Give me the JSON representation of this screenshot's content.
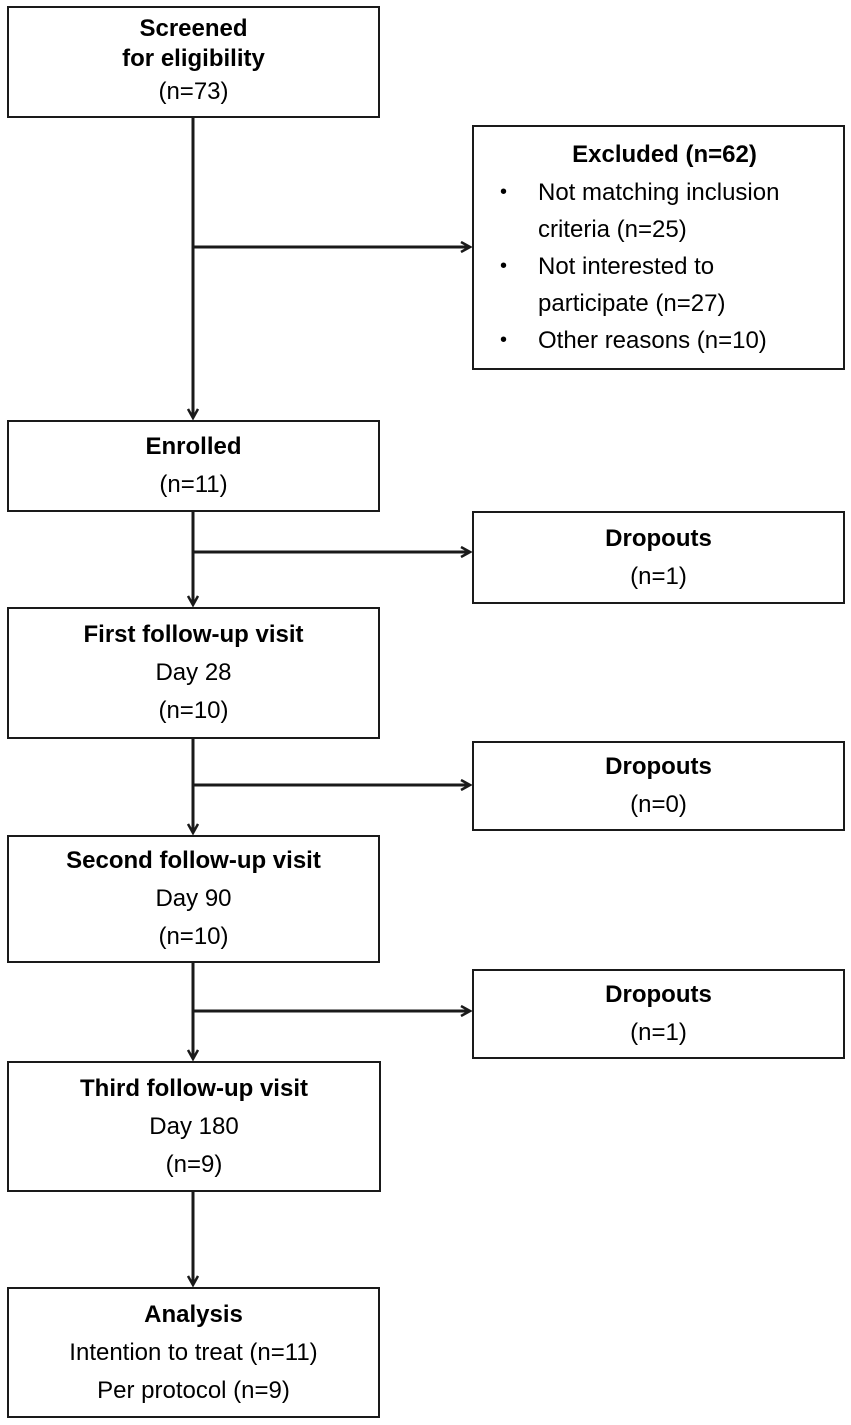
{
  "screened": {
    "line1": "Screened",
    "line2": "for eligibility",
    "n": "(n=73)"
  },
  "excluded": {
    "title": "Excluded (n=62)",
    "reasons": [
      {
        "line1": "Not matching inclusion",
        "line2": "criteria (n=25)"
      },
      {
        "line1": "Not interested to",
        "line2": "participate (n=27)"
      },
      {
        "line1": "Other reasons (n=10)",
        "line2": ""
      }
    ]
  },
  "enrolled": {
    "title": "Enrolled",
    "n": "(n=11)"
  },
  "dropouts": [
    {
      "title": "Dropouts",
      "n": "(n=1)"
    },
    {
      "title": "Dropouts",
      "n": "(n=0)"
    },
    {
      "title": "Dropouts",
      "n": "(n=1)"
    }
  ],
  "visit1": {
    "title": "First follow-up visit",
    "day": "Day 28",
    "n": "(n=10)"
  },
  "visit2": {
    "title": "Second follow-up visit",
    "day": "Day 90",
    "n": "(n=10)"
  },
  "visit3": {
    "title": "Third follow-up visit",
    "day": "Day 180",
    "n": "(n=9)"
  },
  "analysis": {
    "title": "Analysis",
    "itt": "Intention to treat (n=11)",
    "pp": "Per protocol (n=9)"
  }
}
